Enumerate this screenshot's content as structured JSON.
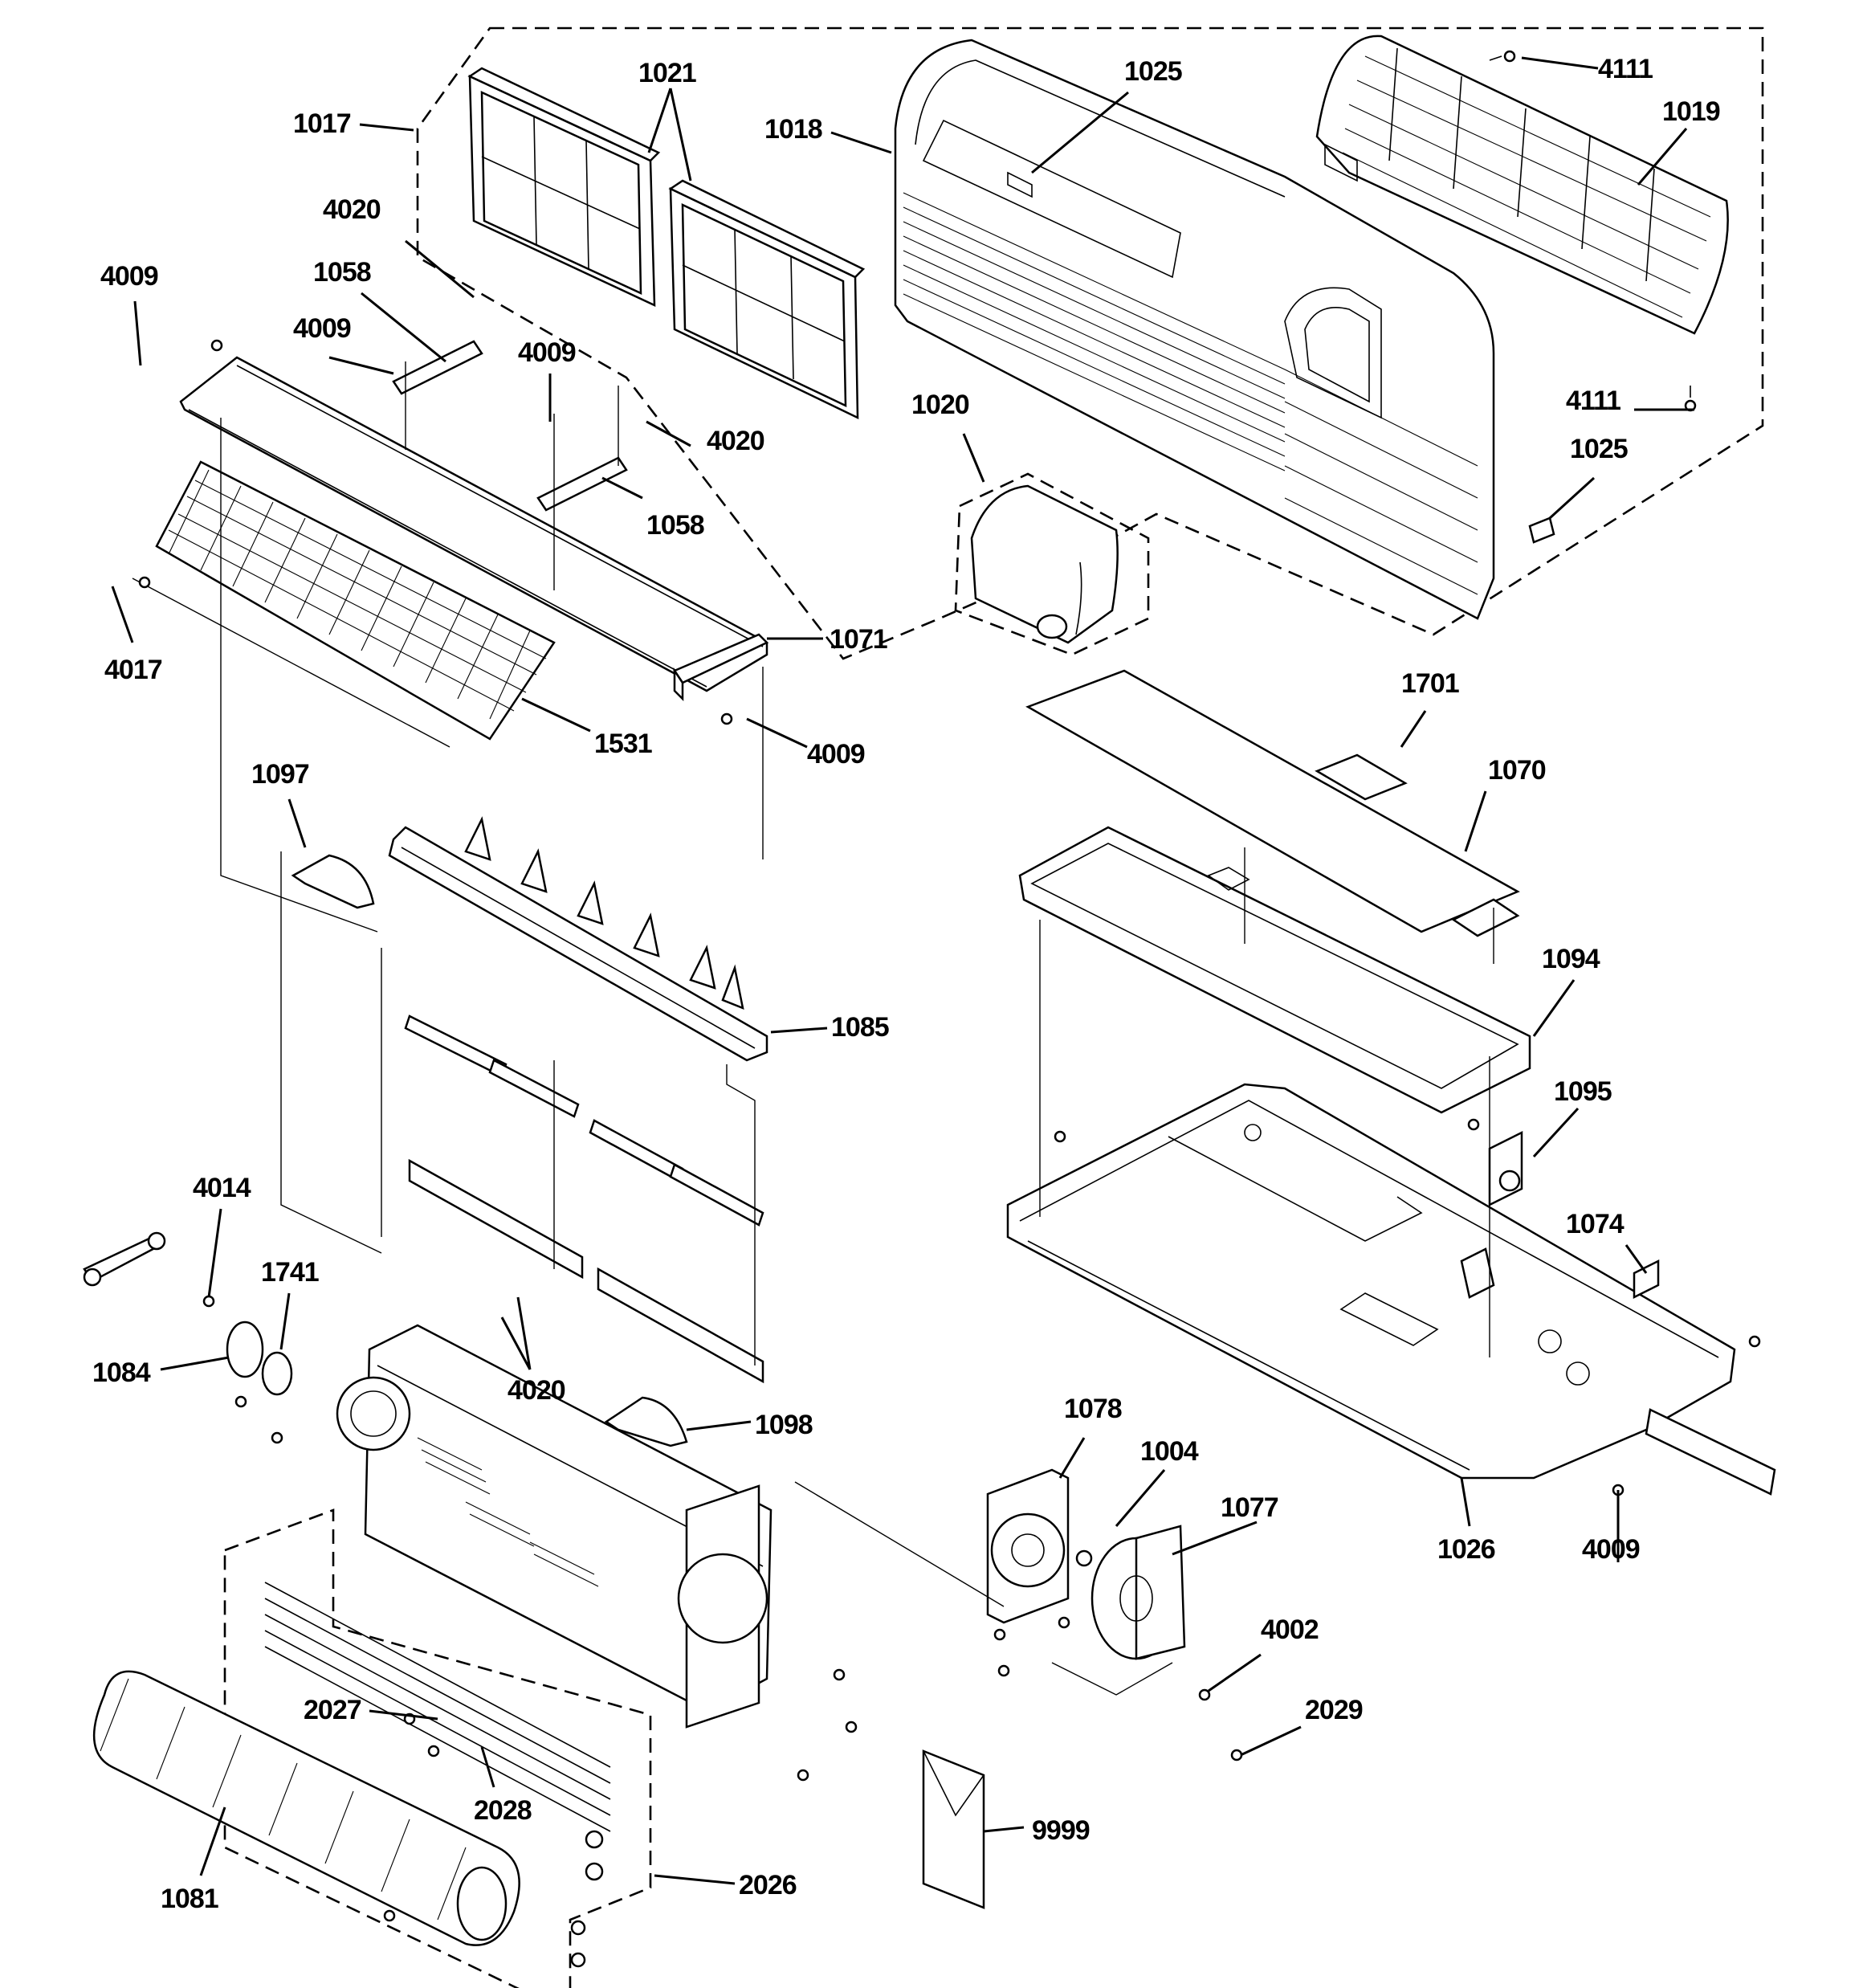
{
  "diagram": {
    "callouts": [
      {
        "id": "c1017",
        "text": "1017"
      },
      {
        "id": "c1021",
        "text": "1021"
      },
      {
        "id": "c1018",
        "text": "1018"
      },
      {
        "id": "c1025a",
        "text": "1025"
      },
      {
        "id": "c4111a",
        "text": "4111"
      },
      {
        "id": "c1019",
        "text": "1019"
      },
      {
        "id": "c4020a",
        "text": "4020"
      },
      {
        "id": "c4009a",
        "text": "4009"
      },
      {
        "id": "c1058a",
        "text": "1058"
      },
      {
        "id": "c4009b",
        "text": "4009"
      },
      {
        "id": "c4009c",
        "text": "4009"
      },
      {
        "id": "c4020b",
        "text": "4020"
      },
      {
        "id": "c1058b",
        "text": "1058"
      },
      {
        "id": "c1020",
        "text": "1020"
      },
      {
        "id": "c4111b",
        "text": "4111"
      },
      {
        "id": "c1025b",
        "text": "1025"
      },
      {
        "id": "c4017",
        "text": "4017"
      },
      {
        "id": "c1071",
        "text": "1071"
      },
      {
        "id": "c1531",
        "text": "1531"
      },
      {
        "id": "c4009d",
        "text": "4009"
      },
      {
        "id": "c1701",
        "text": "1701"
      },
      {
        "id": "c1070",
        "text": "1070"
      },
      {
        "id": "c1097",
        "text": "1097"
      },
      {
        "id": "c1085",
        "text": "1085"
      },
      {
        "id": "c1094",
        "text": "1094"
      },
      {
        "id": "c1095",
        "text": "1095"
      },
      {
        "id": "c1074",
        "text": "1074"
      },
      {
        "id": "c4014",
        "text": "4014"
      },
      {
        "id": "c1741",
        "text": "1741"
      },
      {
        "id": "c1084",
        "text": "1084"
      },
      {
        "id": "c4020c",
        "text": "4020"
      },
      {
        "id": "c1098",
        "text": "1098"
      },
      {
        "id": "c1078",
        "text": "1078"
      },
      {
        "id": "c1004",
        "text": "1004"
      },
      {
        "id": "c1077",
        "text": "1077"
      },
      {
        "id": "c1026",
        "text": "1026"
      },
      {
        "id": "c4009e",
        "text": "4009"
      },
      {
        "id": "c4002",
        "text": "4002"
      },
      {
        "id": "c2027",
        "text": "2027"
      },
      {
        "id": "c2029",
        "text": "2029"
      },
      {
        "id": "c2028",
        "text": "2028"
      },
      {
        "id": "c9999",
        "text": "9999"
      },
      {
        "id": "c2026",
        "text": "2026"
      },
      {
        "id": "c1081",
        "text": "1081"
      }
    ]
  }
}
